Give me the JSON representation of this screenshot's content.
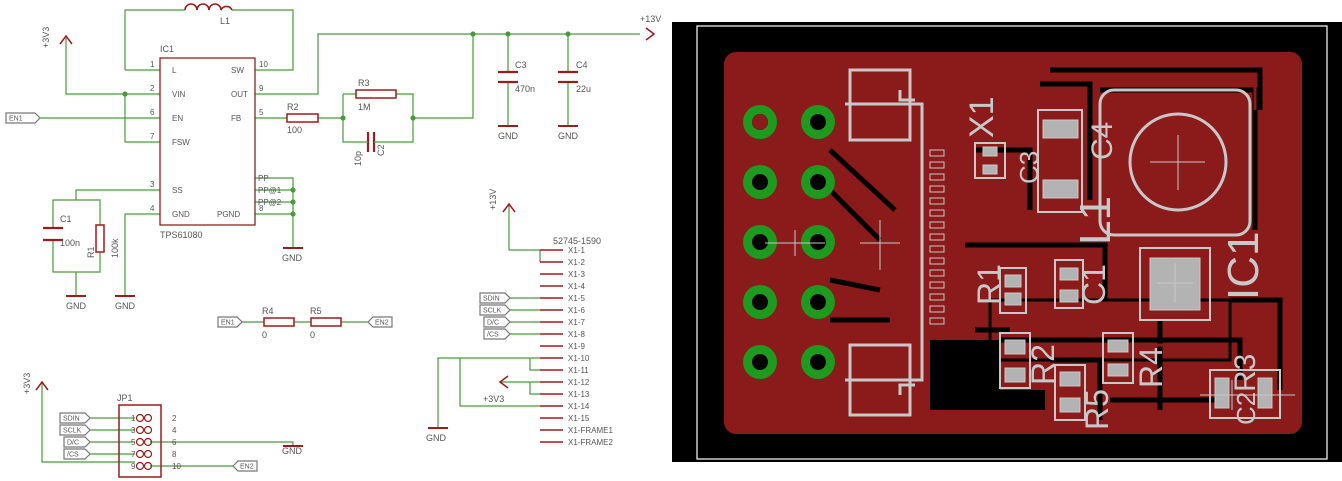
{
  "schematic": {
    "colors": {
      "wire": "#4a9a3c",
      "sym": "#9b1c1c",
      "text": "#555555",
      "pin": "#555555"
    },
    "ic": {
      "ref": "IC1",
      "value": "TPS61080",
      "left_pins": [
        {
          "n": "1",
          "name": "L"
        },
        {
          "n": "2",
          "name": "VIN"
        },
        {
          "n": "6",
          "name": "EN"
        },
        {
          "n": "7",
          "name": "FSW"
        },
        {
          "n": "3",
          "name": "SS"
        },
        {
          "n": "4",
          "name": "GND"
        }
      ],
      "right_pins": [
        {
          "n": "10",
          "name": "SW"
        },
        {
          "n": "9",
          "name": "OUT"
        },
        {
          "n": "5",
          "name": "FB"
        },
        {
          "n": "",
          "name": "PP"
        },
        {
          "n": "",
          "name": "PP@1"
        },
        {
          "n": "",
          "name": "PP@2"
        },
        {
          "n": "8",
          "name": "PGND"
        }
      ]
    },
    "inductor": "L1",
    "supply_3v3": "+3V3",
    "supply_13v": "+13V",
    "gnd": "GND",
    "parts": {
      "R3": {
        "ref": "R3",
        "value": "1M"
      },
      "R2": {
        "ref": "R2",
        "value": "100"
      },
      "C2": {
        "ref": "C2",
        "value": "10p"
      },
      "C3": {
        "ref": "C3",
        "value": "470n"
      },
      "C4": {
        "ref": "C4",
        "value": "22u"
      },
      "C1": {
        "ref": "C1",
        "value": "100n"
      },
      "R1": {
        "ref": "R1",
        "value": "100k"
      },
      "R4": {
        "ref": "R4",
        "value": "0"
      },
      "R5": {
        "ref": "R5",
        "value": "0"
      }
    },
    "net_labels": {
      "en1": "EN1",
      "en2": "EN2",
      "sdin": "SDIN",
      "sclk": "SCLK",
      "dc": "D/C",
      "cs": "/CS"
    },
    "connector": {
      "value": "52745-1590",
      "pins": [
        "X1-1",
        "X1-2",
        "X1-3",
        "X1-4",
        "X1-5",
        "X1-6",
        "X1-7",
        "X1-8",
        "X1-9",
        "X1-10",
        "X1-11",
        "X1-12",
        "X1-13",
        "X1-14",
        "X1-15",
        "X1-FRAME1",
        "X1-FRAME2"
      ]
    },
    "header": {
      "ref": "JP1",
      "left": [
        "1",
        "3",
        "5",
        "7",
        "9"
      ],
      "right": [
        "2",
        "4",
        "6",
        "8",
        "10"
      ]
    }
  },
  "pcb": {
    "colors": {
      "board": "#000000",
      "copper": "#8b1a1a",
      "pad": "#1e9a1e",
      "silk": "#c8c8c8",
      "outline": "#ffffff"
    },
    "labels": {
      "x1": "X1",
      "c3": "C3",
      "c4": "C4",
      "l1": "L1",
      "r1": "R1",
      "c1": "C1",
      "ic1": "IC1",
      "r2": "R2",
      "r4": "R4",
      "r5": "R5",
      "r3": "R3",
      "c2": "C2"
    }
  }
}
